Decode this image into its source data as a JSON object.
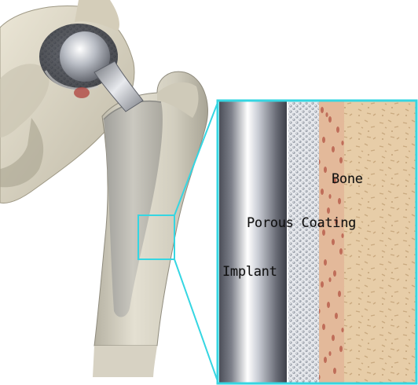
{
  "labels": {
    "bone": "Bone",
    "porous_coating": "Porous Coating",
    "implant": "Implant"
  },
  "colors": {
    "callout_outline": "#35d6e2",
    "bone_tissue": "#e8cfa8",
    "implant_metal": "#8a8e96",
    "pelvis": "#d9d3c1"
  }
}
